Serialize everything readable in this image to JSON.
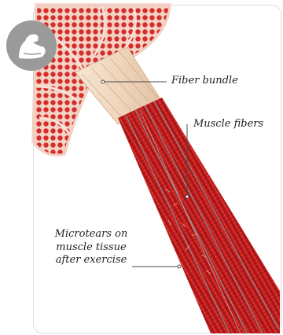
{
  "labels": {
    "fiber_bundle": "Fiber bundle",
    "muscle_fibers": "Muscle fibers",
    "microtears_lines": [
      "Microtears on",
      "muscle tissue",
      "after exercise"
    ]
  },
  "icons": {
    "badge": "flexed-arm-icon"
  },
  "colors": {
    "badge_bg": "#9a9a9a",
    "muscle_red": "#c81e1e",
    "bundle_tan": "#f0dcc4",
    "fascia_pink": "#f2c7bd"
  }
}
